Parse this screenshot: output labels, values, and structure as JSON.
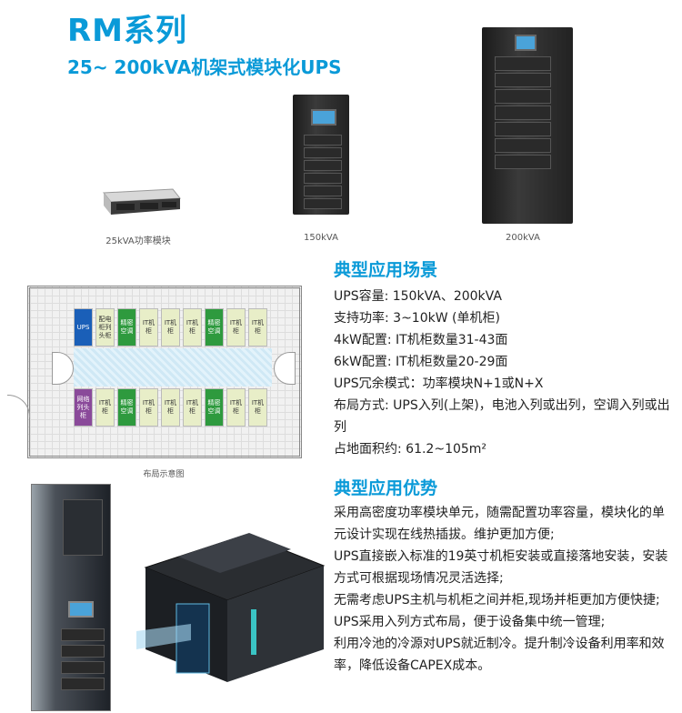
{
  "header": {
    "title": "RM系列",
    "subtitle": "25~ 200kVA机架式模块化UPS"
  },
  "products": [
    {
      "caption": "25kVA功率模块"
    },
    {
      "caption": "150kVA"
    },
    {
      "caption": "200kVA"
    }
  ],
  "layout": {
    "caption": "布局示意图",
    "top_row": [
      "UPS",
      "配电柜列头柜",
      "精密空调",
      "IT机柜",
      "IT机柜",
      "IT机柜",
      "精密空调",
      "IT机柜",
      "IT机柜"
    ],
    "bottom_row": [
      "网络列头柜",
      "IT机柜",
      "精密空调",
      "IT机柜",
      "IT机柜",
      "IT机柜",
      "精密空调",
      "IT机柜",
      "IT机柜"
    ]
  },
  "scenario": {
    "heading": "典型应用场景",
    "lines": [
      "UPS容量: 150kVA、200kVA",
      "支持功率: 3~10kW (单机柜)",
      "4kW配置: IT机柜数量31-43面",
      "6kW配置: IT机柜数量20-29面",
      "UPS冗余模式：功率模块N+1或N+X",
      "布局方式: UPS入列(上架)，电池入列或出列，空调入列或出列",
      "占地面积约: 61.2~105m²"
    ]
  },
  "advantages": {
    "heading": "典型应用优势",
    "lines": [
      "采用高密度功率模块单元，随需配置功率容量，模块化的单元设计实现在线热插拔。维护更加方便;",
      "UPS直接嵌入标准的19英寸机柜安装或直接落地安装，安装方式可根据现场情况灵活选择;",
      "无需考虑UPS主机与机柜之间并柜,现场并柜更加方便快捷;",
      "UPS采用入列方式布局，便于设备集中统一管理;",
      "利用冷池的冷源对UPS就近制冷。提升制冷设备利用率和效率，降低设备CAPEX成本。"
    ]
  },
  "colors": {
    "accent": "#0a9ad8"
  }
}
